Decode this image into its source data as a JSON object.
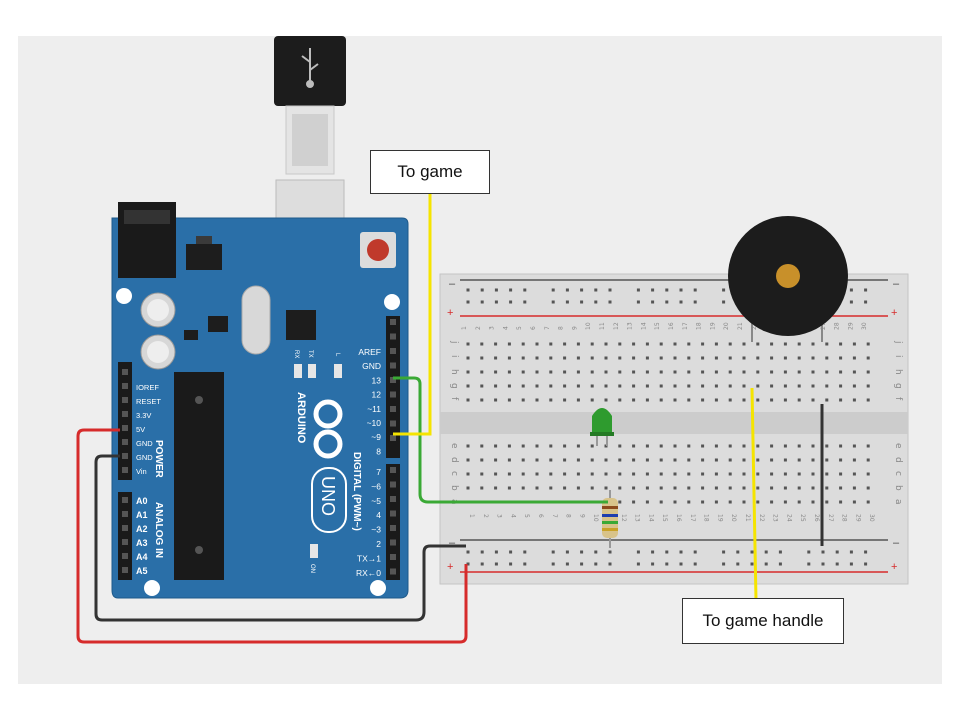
{
  "callouts": {
    "to_game": "To game",
    "to_game_handle": "To game handle"
  },
  "arduino": {
    "brand": "ARDUINO",
    "model": "UNO",
    "digital_label": "DIGITAL (PWM~)",
    "power_label": "POWER",
    "analog_label": "ANALOG IN",
    "on_label": "ON",
    "led_l": "L",
    "led_tx": "TX",
    "led_rx": "RX",
    "power_pins": [
      "IOREF",
      "RESET",
      "3.3V",
      "5V",
      "GND",
      "GND",
      "Vin"
    ],
    "analog_pins": [
      "A0",
      "A1",
      "A2",
      "A3",
      "A4",
      "A5"
    ],
    "digital_pins_top": [
      "AREF",
      "GND",
      "13",
      "12",
      "~11",
      "~10",
      "~9",
      "8"
    ],
    "digital_pins_bottom": [
      "7",
      "~6",
      "~5",
      "4",
      "~3",
      "2",
      "TX→1",
      "RX←0"
    ]
  },
  "breadboard": {
    "plus": "+",
    "minus": "–",
    "row_letters_top": [
      "j",
      "i",
      "h",
      "g",
      "f"
    ],
    "row_letters_bottom": [
      "e",
      "d",
      "c",
      "b",
      "a"
    ]
  },
  "colors": {
    "board": "#2a6fa8",
    "wire_red": "#d62b2b",
    "wire_black": "#333333",
    "wire_green": "#3aa935",
    "wire_yellow": "#f5e400",
    "led": "#2e9b2e"
  }
}
